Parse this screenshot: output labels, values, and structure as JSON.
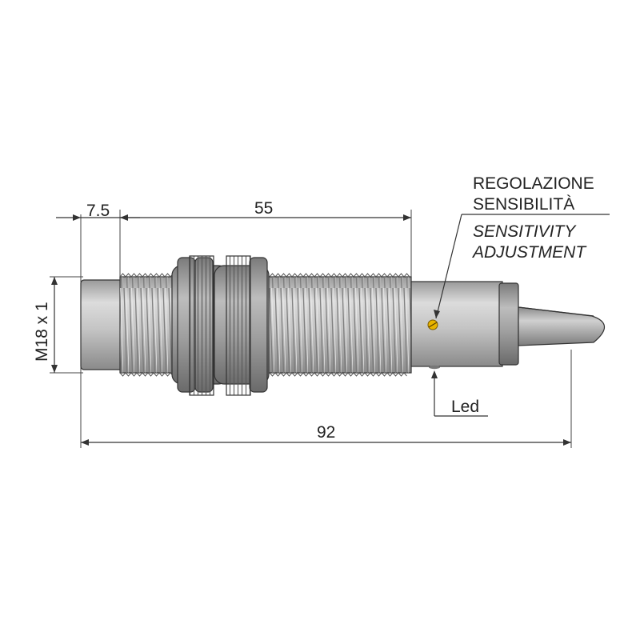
{
  "dimensions": {
    "flange_length": "7.5",
    "thread_length": "55",
    "total_length": "92",
    "thread_size": "M18 x 1"
  },
  "annotations": {
    "adjust_line1_it": "REGOLAZIONE",
    "adjust_line2_it": "SENSIBILITÀ",
    "adjust_line1_en": "SENSITIVITY",
    "adjust_line2_en": "ADJUSTMENT",
    "led": "Led"
  },
  "colors": {
    "metal_light": "#d6d6d6",
    "metal_dark": "#8c8c8c",
    "trimmer": "#e8b400"
  }
}
